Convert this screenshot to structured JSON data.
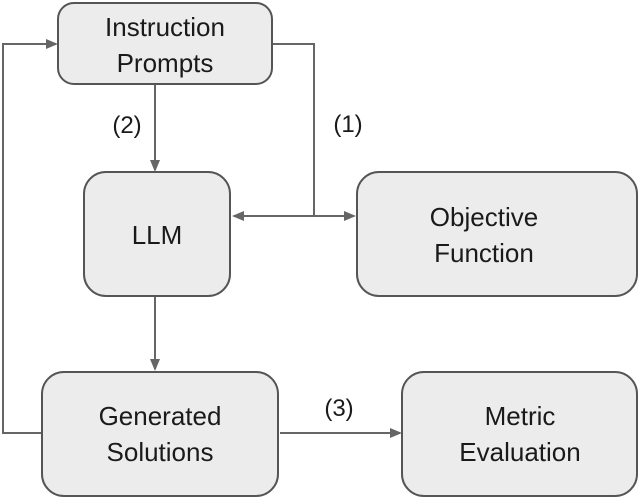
{
  "nodes": {
    "instruction_prompts": {
      "line1": "Instruction",
      "line2": "Prompts"
    },
    "llm": {
      "label": "LLM"
    },
    "objective_function": {
      "line1": "Objective",
      "line2": "Function"
    },
    "generated_solutions": {
      "line1": "Generated",
      "line2": "Solutions"
    },
    "metric_evaluation": {
      "line1": "Metric",
      "line2": "Evaluation"
    }
  },
  "edges": {
    "label_1": "(1)",
    "label_2": "(2)",
    "label_3": "(3)"
  },
  "colors": {
    "box_fill": "#ececec",
    "box_stroke": "#555555",
    "arrow": "#666666"
  }
}
